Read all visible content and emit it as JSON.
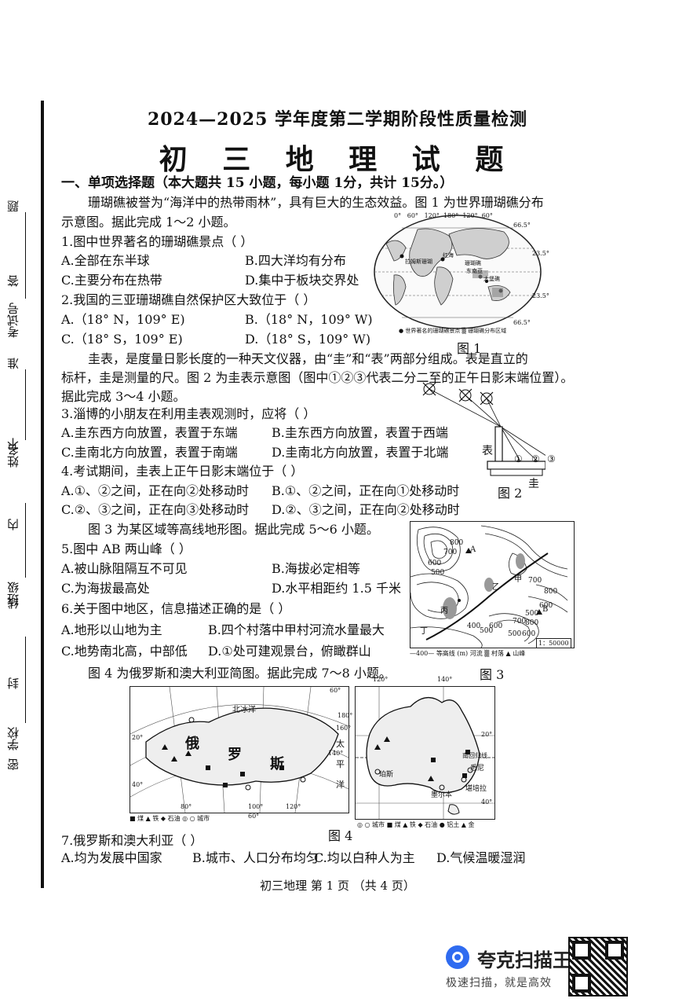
{
  "header": {
    "title": "2024—2025 学年度第二学期阶段性质量检测",
    "subject": "初 三 地 理 试 题"
  },
  "margin": {
    "labels": [
      "题",
      "答",
      "准",
      "不",
      "内",
      "线",
      "封",
      "密"
    ],
    "fields": [
      "考试号",
      "姓名",
      "班级",
      "学校"
    ]
  },
  "section1": {
    "heading": "一、单项选择题（本大题共 15 小题，每小题 1分，共计 15分。）"
  },
  "intro1": {
    "line1": "珊瑚礁被誉为“海洋中的热带雨林”，具有巨大的生态效益。图 1 为世界珊瑚礁分布",
    "line2": "示意图。据此完成 1～2 小题。"
  },
  "q1": {
    "stem": "1.图中世界著名的珊瑚礁景点（   ）",
    "A": "A.全部在东半球",
    "B": "B.四大洋均有分布",
    "C": "C.主要分布在热带",
    "D": "D.集中于板块交界处"
  },
  "q2": {
    "stem": "2.我国的三亚珊瑚礁自然保护区大致位于（   ）",
    "A": "A.（18° N，109° E)",
    "B": "B.（18° N，109° W)",
    "C": "C.（18° S，109° E)",
    "D": "D.（18° S，109° W)"
  },
  "fig1": {
    "caption": "图 1",
    "top_labels": [
      "0°",
      "60°",
      "120°",
      "180°",
      "120°",
      "60°"
    ],
    "lat_labels": [
      "66.5°",
      "23.5°",
      "23.5°",
      "66.5°"
    ],
    "places": [
      "拉姆斯珊瑚",
      "红海",
      "珊瑚礁",
      "东南亚",
      "大堡礁"
    ],
    "legend": "● 世界著名的珊瑚礁景点  ▒ 珊瑚礁分布区域"
  },
  "intro2": {
    "line1": "圭表，是度量日影长度的一种天文仪器，由“圭”和“表”两部分组成。表是直立的",
    "line2": "标杆，圭是测量的尺。图 2 为圭表示意图（图中①②③代表二分二至的正午日影末端位置）。",
    "line3": "据此完成 3～4 小题。"
  },
  "q3": {
    "stem": "3.淄博的小朋友在利用圭表观测时，应将（   ）",
    "A": "A.圭东西方向放置，表置于东端",
    "B": "B.圭东西方向放置，表置于西端",
    "C": "C.圭南北方向放置，表置于南端",
    "D": "D.圭南北方向放置，表置于北端"
  },
  "q4": {
    "stem": "4.考试期间，圭表上正午日影末端位于（   ）",
    "A": "A.①、②之间，正在向②处移动时",
    "B": "B.①、②之间，正在向①处移动时",
    "C": "C.②、③之间，正在向③处移动时",
    "D": "D.②、③之间，正在向②处移动时"
  },
  "fig2": {
    "caption": "图 2",
    "biao": "表",
    "gui": "圭",
    "marks": [
      "①",
      "②",
      "③"
    ]
  },
  "intro3": {
    "line1": "图 3 为某区域等高线地形图。据此完成 5～6 小题。"
  },
  "q5": {
    "stem": "5.图中 AB 两山峰（   ）",
    "A": "A.被山脉阻隔互不可见",
    "B": "B.海拔必定相等",
    "C": "C.为海拔最高处",
    "D": "D.水平相距约 1.5 千米"
  },
  "q6": {
    "stem": "6.关于图中地区，信息描述正确的是（   ）",
    "A": "A.地形以山地为主",
    "B": "B.四个村落中甲村河流水量最大",
    "C": "C.地势南北高，中部低",
    "D": "D.①处可建观景台，俯瞰群山"
  },
  "fig3": {
    "caption": "图 3",
    "scale": "1：50000",
    "contours": [
      "800",
      "700",
      "600",
      "500",
      "700",
      "800",
      "600",
      "500",
      "400",
      "500",
      "600",
      "700",
      "800",
      "600",
      "500"
    ],
    "villages": [
      "A",
      "甲",
      "乙",
      "丙",
      "丁",
      "B"
    ],
    "legend": "—400— 等高线 (m)   河流   ▒ 村落   ▲ 山峰"
  },
  "intro4": {
    "line1": "图 4 为俄罗斯和澳大利亚简图。据此完成 7～8 小题。"
  },
  "fig4": {
    "caption": "图 4",
    "russia": {
      "labels": [
        "北冰洋",
        "俄",
        "罗",
        "斯",
        "太",
        "平",
        "洋"
      ],
      "degrees": [
        "60°",
        "180°",
        "160°",
        "140°",
        "20°",
        "40°",
        "60°",
        "80°",
        "100°",
        "120°"
      ],
      "legend": "■ 煤  ▲ 铁  ◆ 石油  ◎ ○ 城市"
    },
    "australia": {
      "labels": [
        "南回归线",
        "珀斯",
        "墨尔本",
        "悉尼",
        "堪培拉"
      ],
      "degrees": [
        "120°",
        "140°",
        "20°",
        "40°"
      ],
      "legend": "◎ ○ 城市  ■ 煤  ▲ 铁  ◆ 石油  ● 铝土  ▲ 金"
    }
  },
  "q7": {
    "stem": "7.俄罗斯和澳大利亚（   ）",
    "A": "A.均为发展中国家",
    "B": "B.城市、人口分布均匀",
    "C": "C.均以白种人为主",
    "D": "D.气候温暖湿润"
  },
  "footer": {
    "page": "初三地理   第 1 页   （共 4 页）"
  },
  "watermark": {
    "brand": "夸克扫描王",
    "slogan": "极速扫描，就是高效"
  }
}
